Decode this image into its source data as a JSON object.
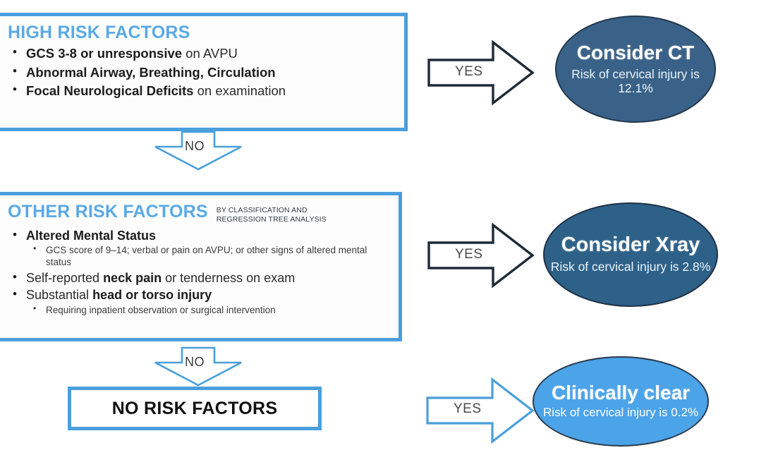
{
  "diagram": {
    "title": "Cervical spine imaging decision tree",
    "colors": {
      "heading_blue": "#5aa9e6",
      "box_border_blue": "#4a9fdc",
      "arrow_outline_dark": "#1f2a38",
      "arrow_outline_blue": "#4a9fdc",
      "ellipse_ct": "#3a6289",
      "ellipse_xray": "#2e6188",
      "ellipse_clear": "#4ba3e8",
      "background": "#ffffff"
    }
  },
  "high_risk": {
    "heading": "HIGH RISK FACTORS",
    "bullets": [
      {
        "strong": "GCS 3-8 or unresponsive",
        "rest": " on AVPU"
      },
      {
        "strong": "Abnormal Airway, Breathing, Circulation",
        "rest": ""
      },
      {
        "strong": "Focal Neurological Deficits",
        "rest": " on examination"
      }
    ]
  },
  "other_risk": {
    "heading": "OTHER RISK FACTORS",
    "note_line1": "BY CLASSIFICATION AND",
    "note_line2": "REGRESSION TREE ANALYSIS",
    "bullets": [
      {
        "strong": "Altered Mental Status",
        "rest": "",
        "sub": [
          "GCS score of 9–14; verbal or pain on AVPU; or other signs of altered mental status"
        ]
      },
      {
        "lead": "Self-reported ",
        "strong": "neck pain",
        "rest": " or tenderness on exam",
        "sub": []
      },
      {
        "lead": "Substantial ",
        "strong": "head or torso injury",
        "rest": "",
        "sub": [
          "Requiring inpatient observation or surgical intervention"
        ]
      }
    ]
  },
  "no_risk": {
    "label": "NO RISK FACTORS"
  },
  "arrows": {
    "yes_1": "YES",
    "yes_2": "YES",
    "yes_3": "YES",
    "no_1": "NO",
    "no_2": "NO"
  },
  "outcomes": [
    {
      "id": "ct",
      "title": "Consider CT",
      "subtitle": "Risk of cervical injury is 12.1%",
      "risk_percent": "12.1%"
    },
    {
      "id": "xray",
      "title": "Consider Xray",
      "subtitle": "Risk of cervical injury is 2.8%",
      "risk_percent": "2.8%"
    },
    {
      "id": "clear",
      "title": "Clinically clear",
      "subtitle": "Risk of cervical injury is 0.2%",
      "risk_percent": "0.2%"
    }
  ]
}
